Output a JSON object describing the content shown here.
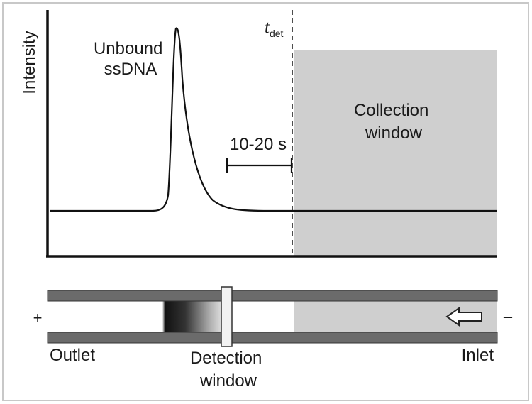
{
  "graph": {
    "y_axis_label": "Intensity",
    "peak_label_line1": "Unbound",
    "peak_label_line2": "ssDNA",
    "detection_time_symbol": "t",
    "detection_time_subscript": "det",
    "interval_label": "10-20 s",
    "collection_label_line1": "Collection",
    "collection_label_line2": "window"
  },
  "capillary": {
    "plus_sign": "+",
    "minus_sign": "–",
    "outlet_label": "Outlet",
    "detection_label_line1": "Detection",
    "detection_label_line2": "window",
    "inlet_label": "Inlet",
    "flow_arrow_icon": "left-arrow-outline-icon"
  },
  "colors": {
    "frame": "#c8c8c8",
    "collection_fill": "#cfcfcf",
    "tube_wall": "#6b6b6b",
    "line": "#111111"
  }
}
